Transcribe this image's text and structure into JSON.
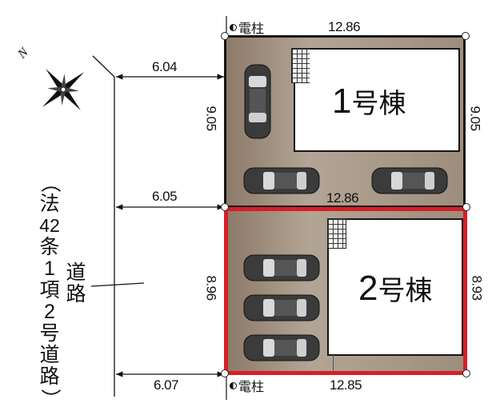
{
  "compass": {
    "label": "N",
    "icon": "compass-rose-icon"
  },
  "road": {
    "label_vertical": [
      "（",
      "法",
      "42",
      "条",
      "1",
      "項",
      "2",
      "号",
      "道",
      "路",
      "）"
    ],
    "label_side": [
      "道",
      "路"
    ],
    "frontage_dims": [
      "6.04",
      "6.05",
      "6.07"
    ]
  },
  "utility_poles": [
    {
      "label": "電柱",
      "position": "top-left"
    },
    {
      "label": "電柱",
      "position": "bottom-left"
    }
  ],
  "lots": [
    {
      "id": "lot-1",
      "building_label_num": "1",
      "building_label_suffix": "号棟",
      "top_width": "12.86",
      "bottom_width": "12.86",
      "left_depth": "9.05",
      "right_depth": "9.05",
      "parking_spaces": 3,
      "highlighted": false
    },
    {
      "id": "lot-2",
      "building_label_num": "2",
      "building_label_suffix": "号棟",
      "top_width": "12.86",
      "bottom_width": "12.85",
      "left_depth": "8.96",
      "right_depth": "8.93",
      "parking_spaces": 3,
      "highlighted": true
    }
  ],
  "colors": {
    "highlight_border": "#d81e27",
    "lot_fill": "#a89888",
    "boundary": "#1a1412"
  }
}
